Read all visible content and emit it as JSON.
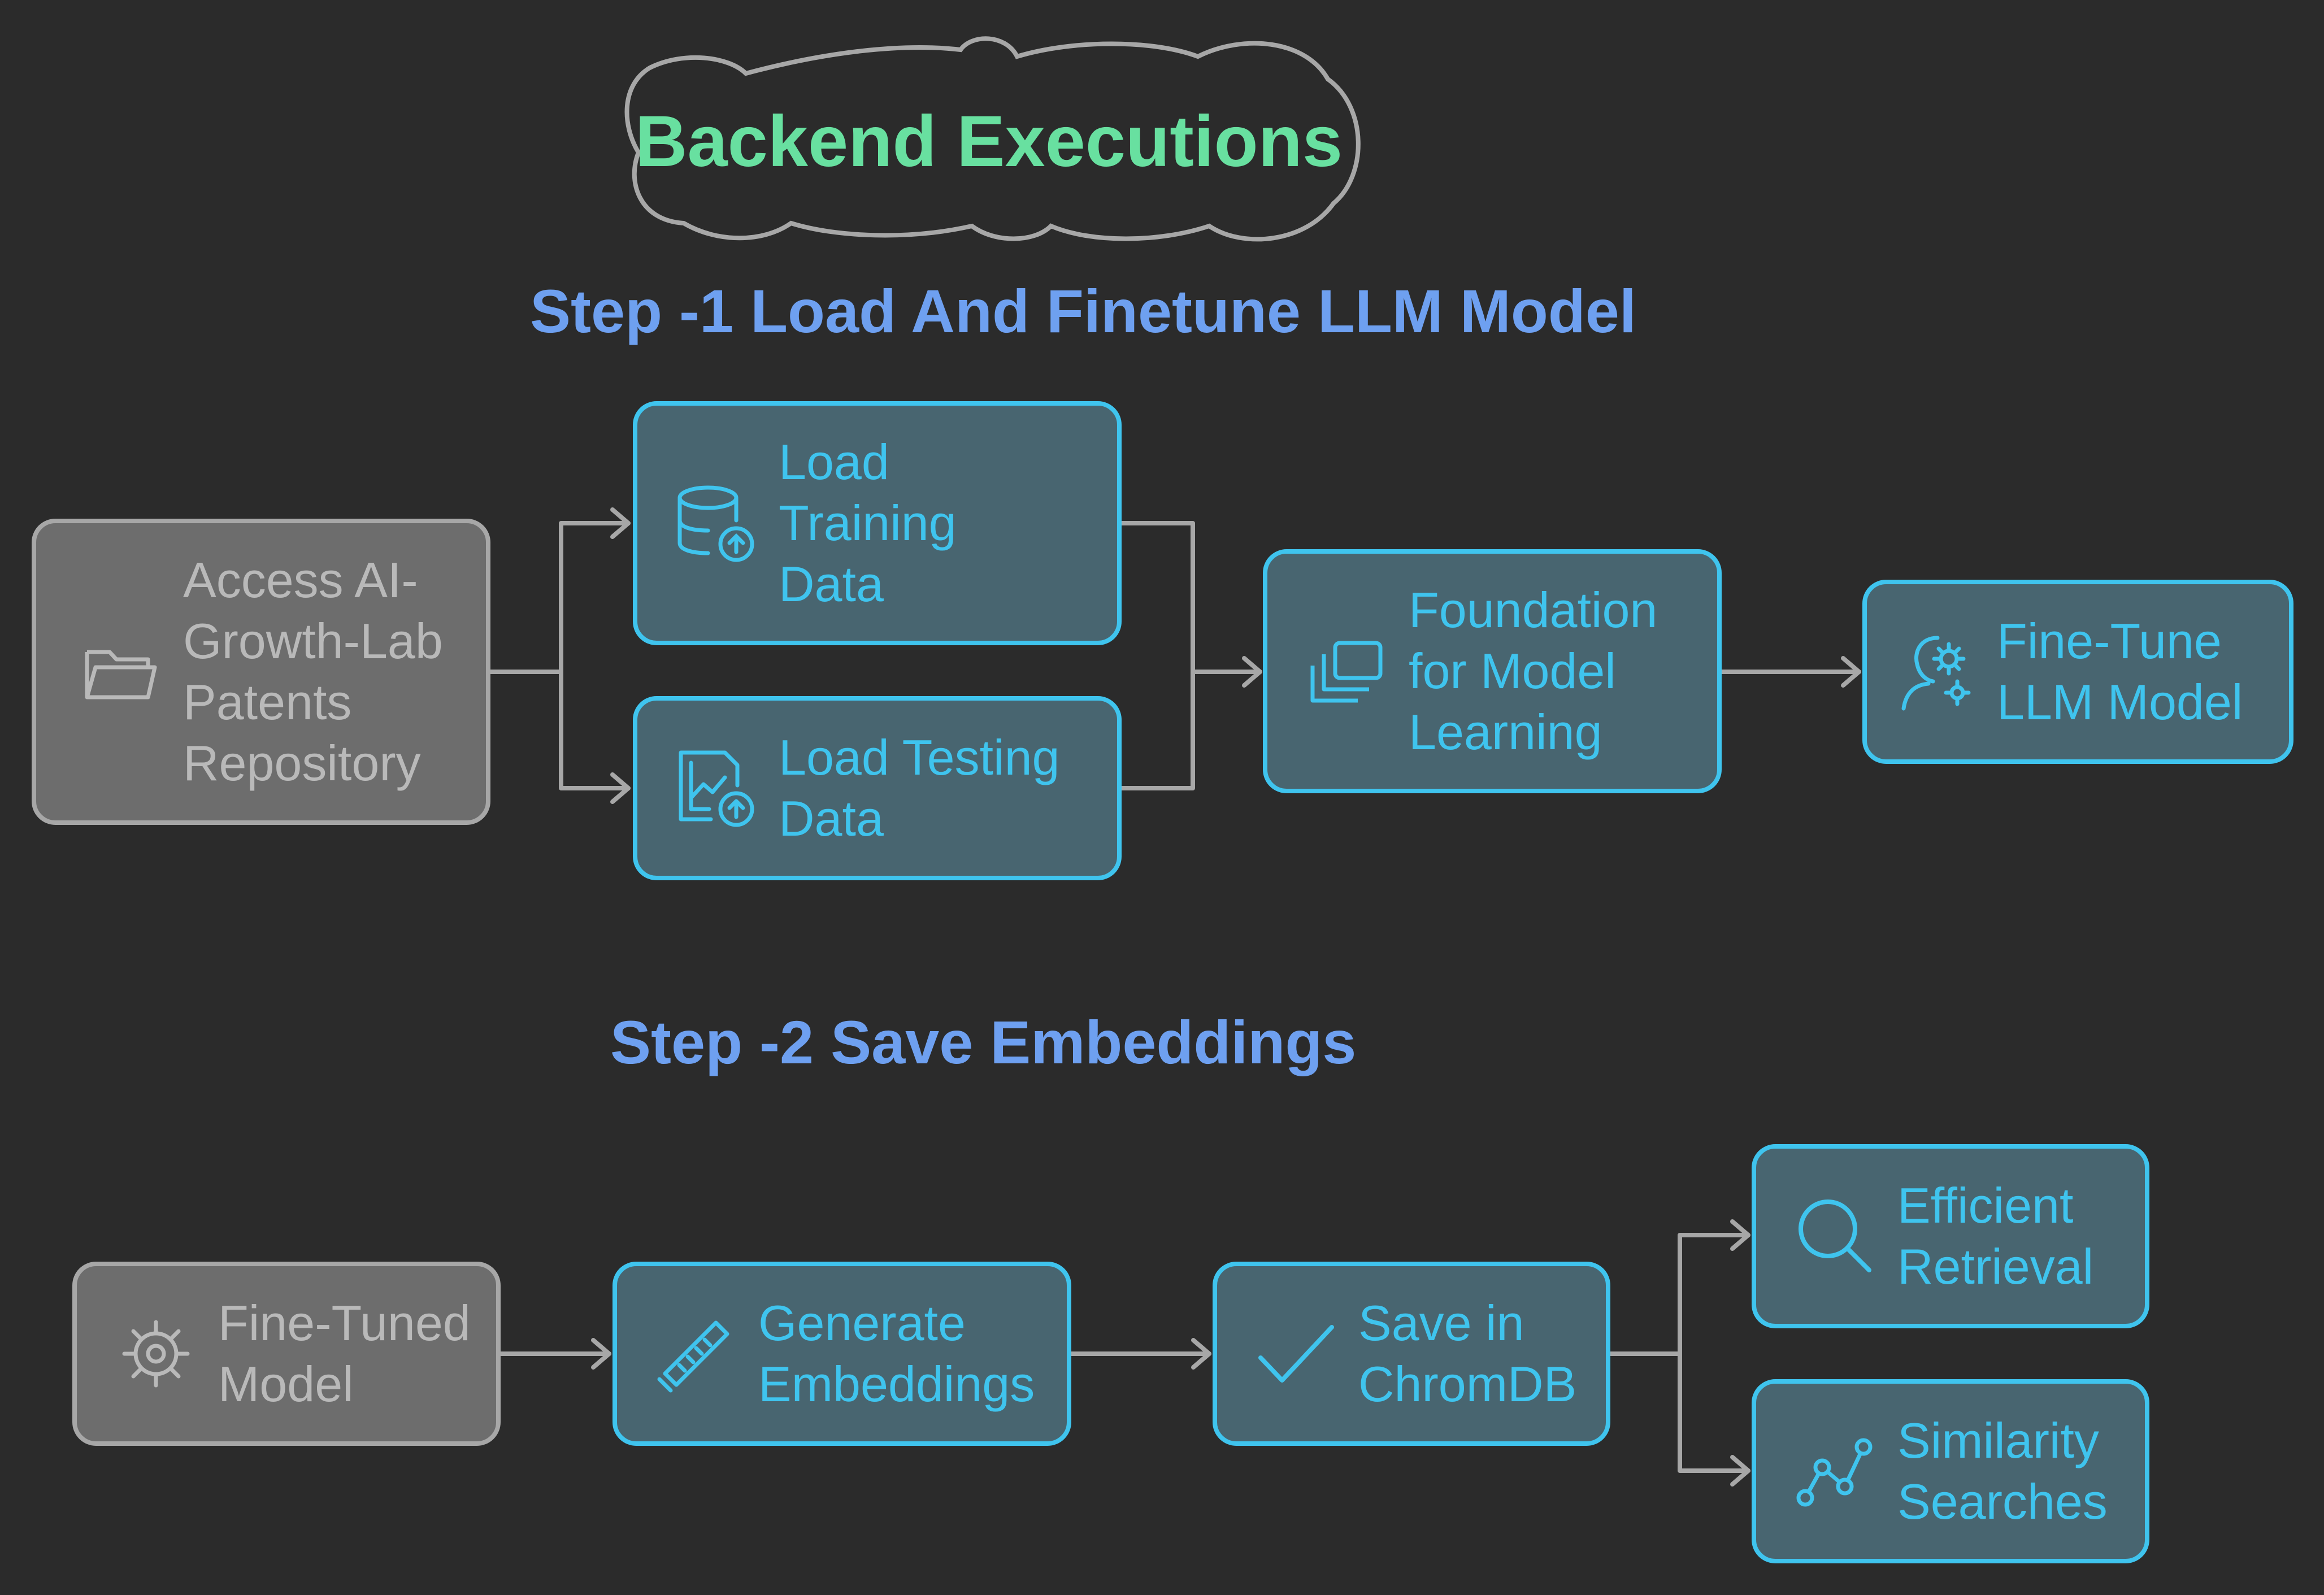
{
  "title": "Backend Executions",
  "steps": {
    "step1": "Step -1 Load And Finetune LLM Model",
    "step2": "Step -2 Save Embeddings"
  },
  "nodes": {
    "access_repo": "Access AI-\nGrowth-Lab\nPatents\nRepository",
    "load_training": "Load\nTraining\nData",
    "load_testing": "Load Testing\nData",
    "foundation": "Foundation\nfor Model\nLearning",
    "fine_tune": "Fine-Tune\nLLM Model",
    "fine_tuned_model": "Fine-Tuned\nModel",
    "generate_embeddings": "Generate\nEmbeddings",
    "save_chromdb": "Save in\nChromDB",
    "efficient_retrieval": "Efficient\nRetrieval",
    "similarity_searches": "Similarity\nSearches"
  },
  "icons": {
    "access_repo": "folder-icon",
    "load_training": "database-upload-icon",
    "load_testing": "chart-upload-icon",
    "foundation": "layers-icon",
    "fine_tune": "person-gear-icon",
    "fine_tuned_model": "gear-icon",
    "generate_embeddings": "ruler-icon",
    "save_chromdb": "check-icon",
    "efficient_retrieval": "search-icon",
    "similarity_searches": "line-chart-icon"
  },
  "colors": {
    "background": "#2b2b2b",
    "title": "#68e0a0",
    "step_title": "#6ea0f0",
    "accent": "#3fc4ee",
    "active_fill": "#486570",
    "inactive_fill": "#6d6d6d",
    "inactive_border": "#a7a7a7",
    "connector": "#a7a7a7"
  }
}
